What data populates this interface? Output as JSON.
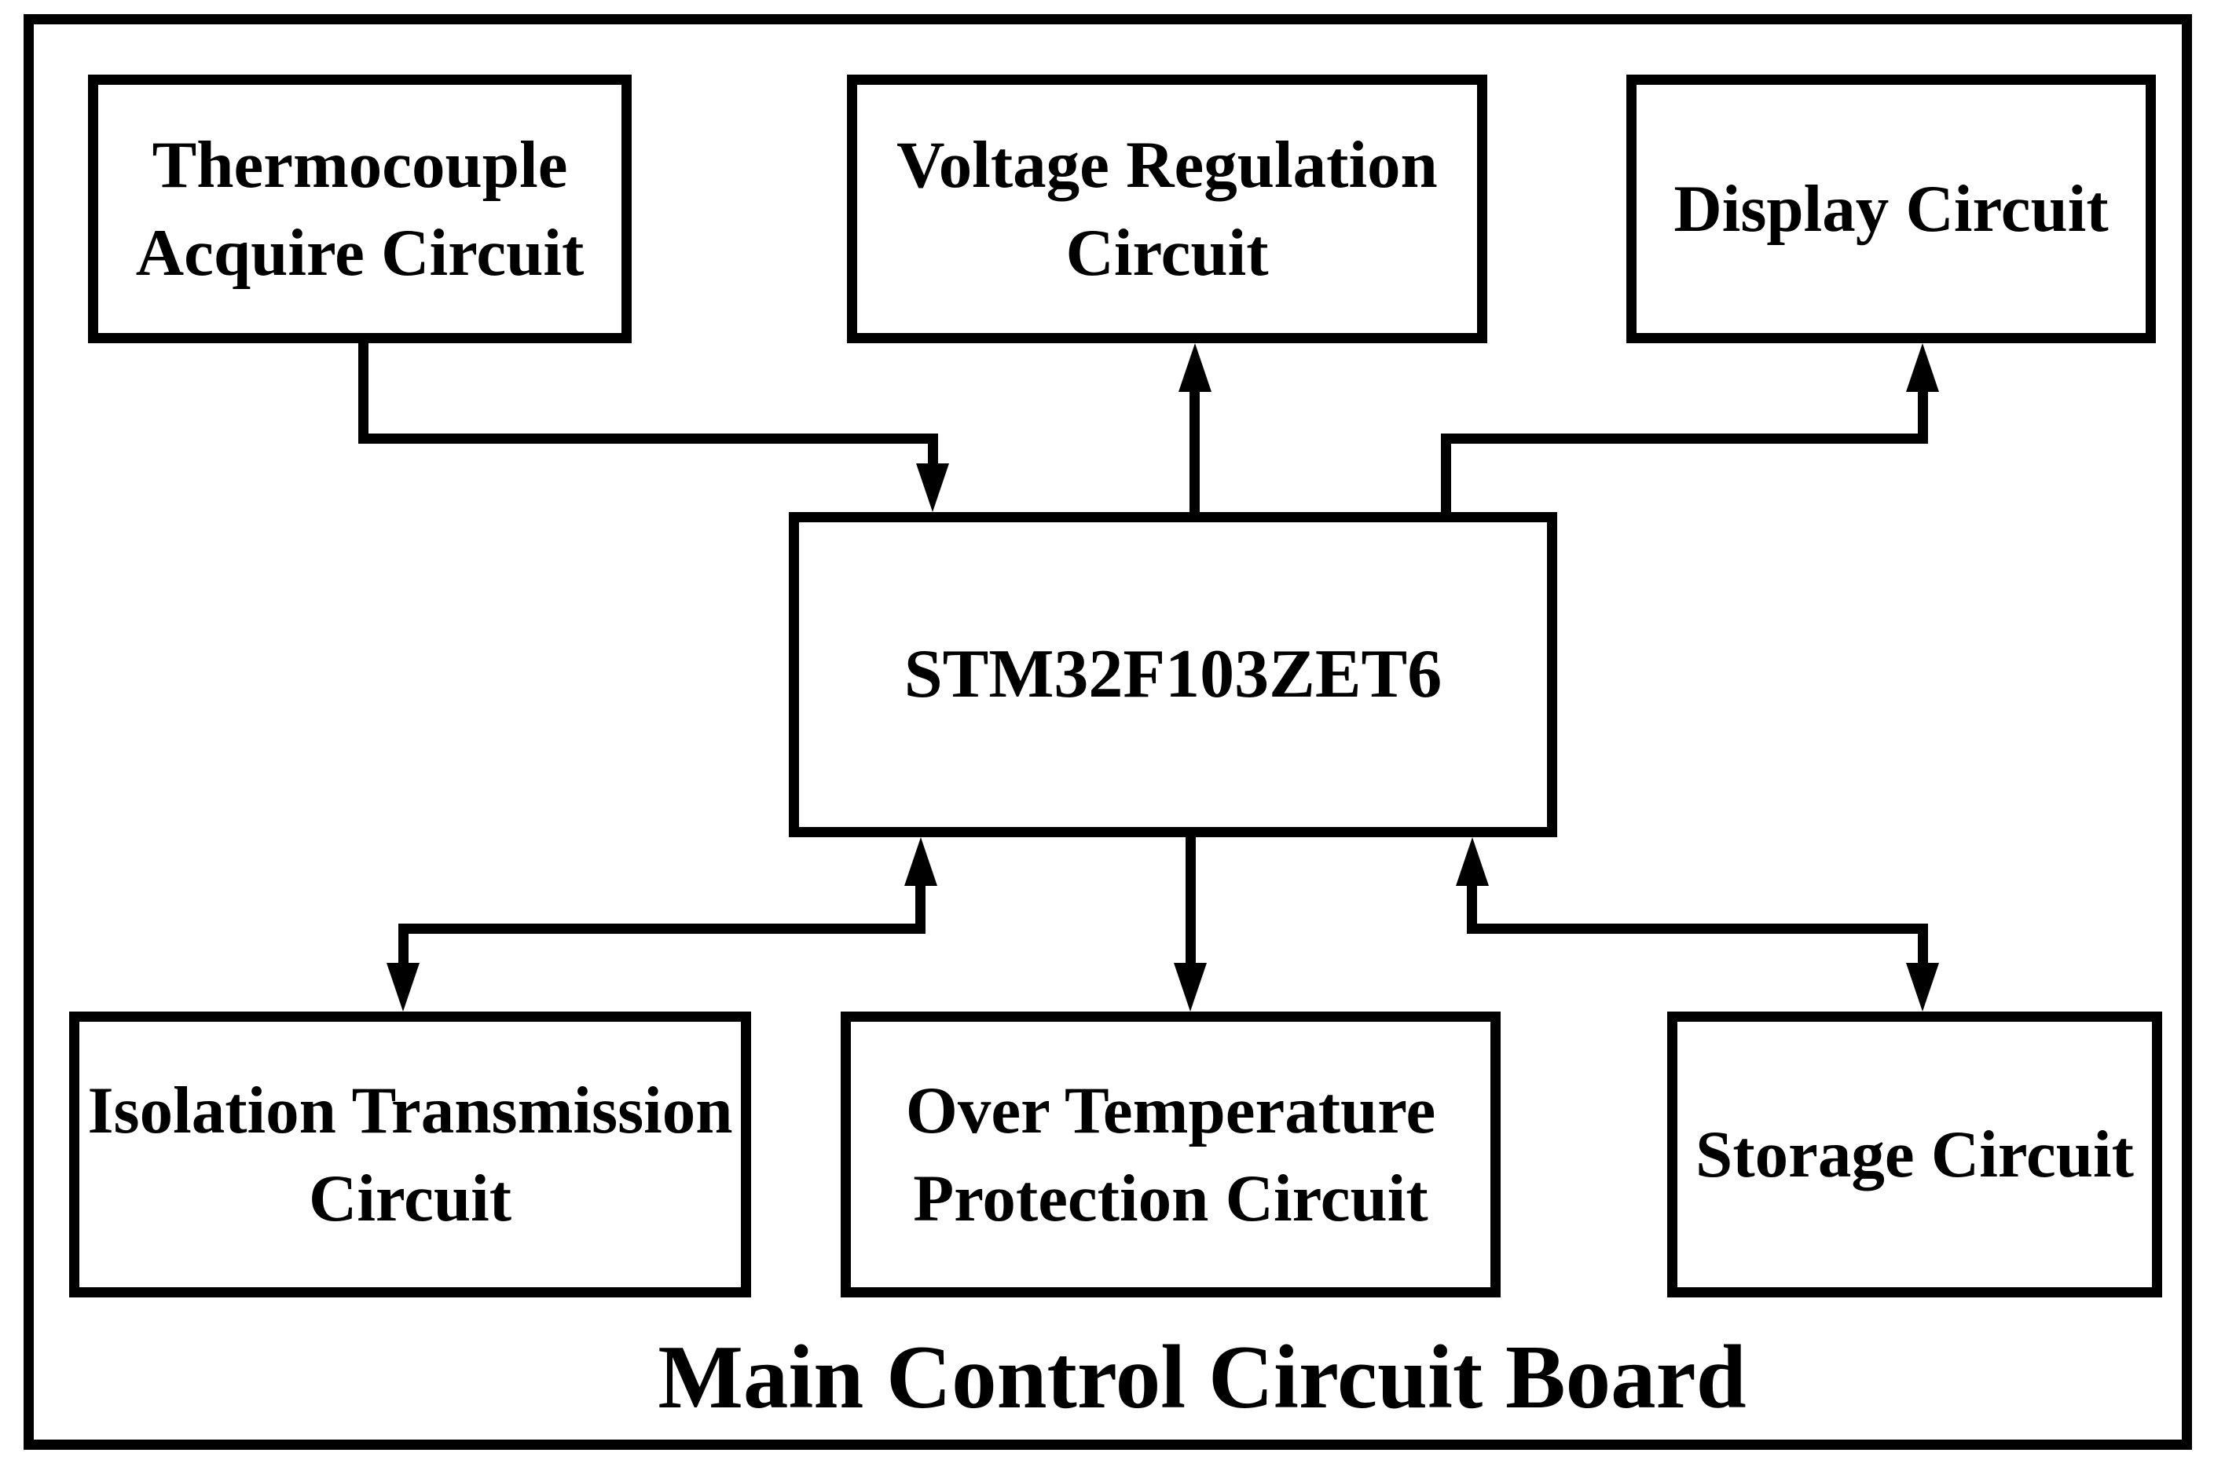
{
  "diagram": {
    "title": "Main Control Circuit Board",
    "nodes": {
      "thermocouple": {
        "line1": "Thermocouple",
        "line2": "Acquire Circuit"
      },
      "voltage": {
        "line1": "Voltage Regulation",
        "line2": "Circuit"
      },
      "display": {
        "line1": "Display Circuit"
      },
      "stm32": {
        "line1": "STM32F103ZET6"
      },
      "isolation": {
        "line1": "Isolation Transmission",
        "line2": "Circuit"
      },
      "overtemp": {
        "line1": "Over Temperature",
        "line2": "Protection Circuit"
      },
      "storage": {
        "line1": "Storage Circuit"
      }
    },
    "edges": [
      {
        "from": "Thermocouple Acquire Circuit",
        "to": "STM32F103ZET6",
        "route": "elbow",
        "arrows": "to"
      },
      {
        "from": "STM32F103ZET6",
        "to": "Voltage Regulation Circuit",
        "route": "straight",
        "arrows": "to"
      },
      {
        "from": "STM32F103ZET6",
        "to": "Display Circuit",
        "route": "elbow",
        "arrows": "to"
      },
      {
        "from": "STM32F103ZET6",
        "to": "Isolation Transmission Circuit",
        "route": "elbow",
        "arrows": "both"
      },
      {
        "from": "STM32F103ZET6",
        "to": "Over Temperature Protection Circuit",
        "route": "straight",
        "arrows": "to"
      },
      {
        "from": "STM32F103ZET6",
        "to": "Storage Circuit",
        "route": "elbow",
        "arrows": "both"
      }
    ],
    "colors": {
      "line": "#000000",
      "background": "#ffffff"
    }
  }
}
